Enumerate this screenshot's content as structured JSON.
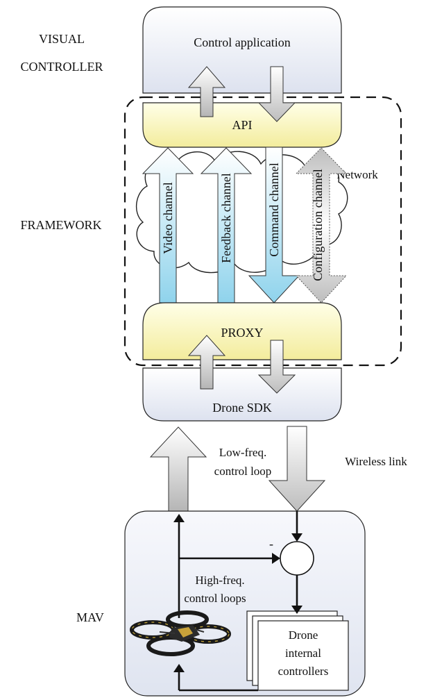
{
  "sections": {
    "visual_line1": "VISUAL",
    "visual_line2": "CONTROLLER",
    "framework": "FRAMEWORK",
    "mav": "MAV"
  },
  "boxes": {
    "control_application": "Control application",
    "api": "API",
    "proxy": "PROXY",
    "drone_sdk": "Drone SDK",
    "drone_internal_line1": "Drone",
    "drone_internal_line2": "internal",
    "drone_internal_line3": "controllers"
  },
  "channels": {
    "video": "Video channel",
    "feedback": "Feedback channel",
    "command": "Command channel",
    "configuration": "Configuration channel",
    "network": "Network"
  },
  "links": {
    "low_freq_line1": "Low-freq.",
    "low_freq_line2": "control loop",
    "wireless": "Wireless link",
    "high_freq_line1": "High-freq.",
    "high_freq_line2": "control loops",
    "minus_sign": "-"
  },
  "colors": {
    "box_fill": "#eef0f7",
    "api_proxy_fill": "#fbf6c6",
    "channel_blue": "#a8dcef",
    "arrow_gray": "#d4d4d4"
  }
}
